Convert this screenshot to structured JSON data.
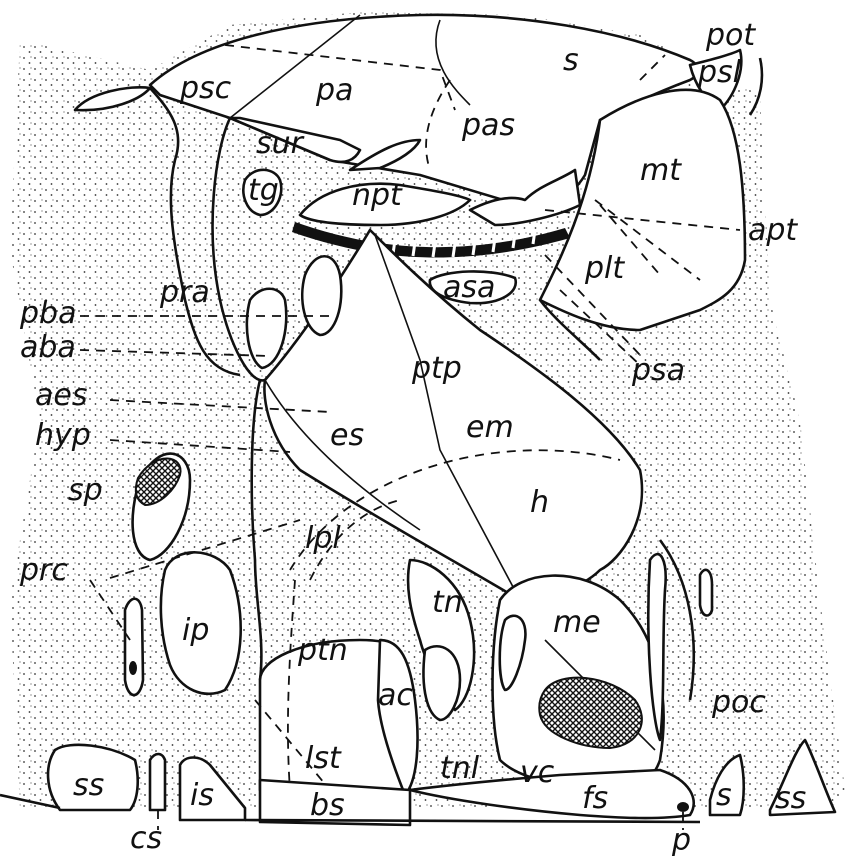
{
  "labels": {
    "psc": "psc",
    "pa": "pa",
    "s_top": "s",
    "pot": "pot",
    "psl": "psl",
    "sur": "sur",
    "pas": "pas",
    "mt": "mt",
    "tg": "tg",
    "npt": "npt",
    "apt": "apt",
    "pra": "pra",
    "plt": "plt",
    "asa": "asa",
    "pba": "pba",
    "aba": "aba",
    "ptp": "ptp",
    "psa": "psa",
    "aes": "aes",
    "hyp": "hyp",
    "es": "es",
    "em": "em",
    "sp": "sp",
    "h": "h",
    "lpl": "lpl",
    "prc": "prc",
    "tn": "tn",
    "me": "me",
    "ip": "ip",
    "ptn": "ptn",
    "ac": "ac",
    "poc": "poc",
    "vc": "vc",
    "lst": "lst",
    "tnl": "tnl",
    "ss_left": "ss",
    "is": "is",
    "bs": "bs",
    "fs": "fs",
    "s_right": "s",
    "ss_right": "ss",
    "cs": "cs",
    "p": "p"
  }
}
